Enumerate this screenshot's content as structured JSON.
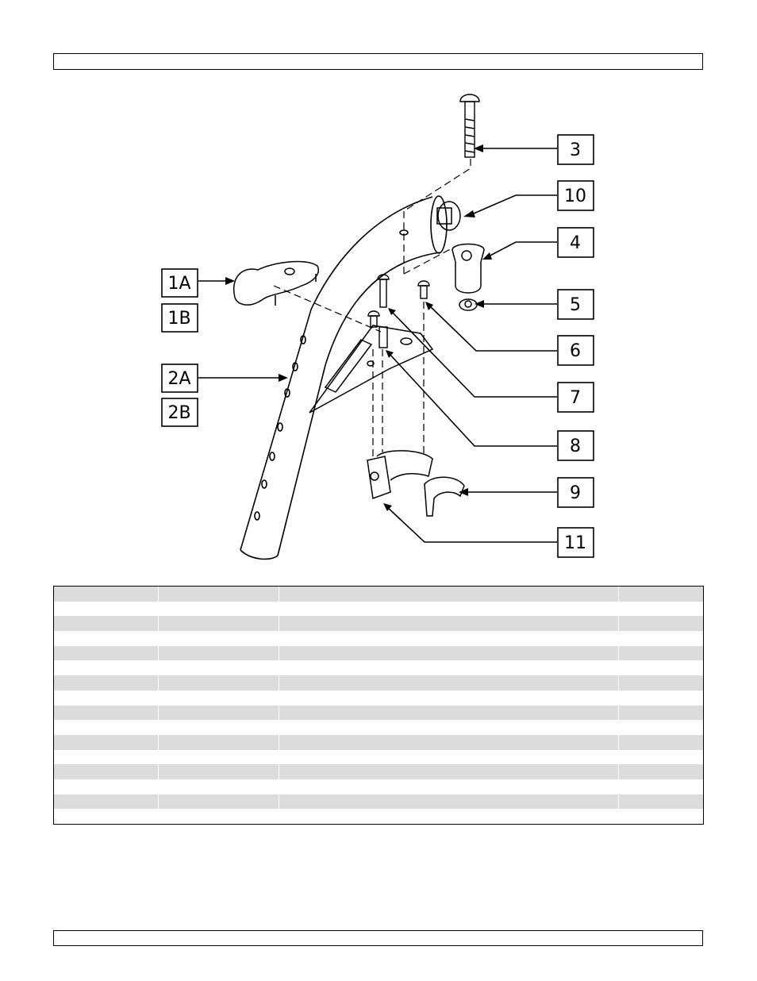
{
  "callouts": {
    "c1A": "1A",
    "c1B": "1B",
    "c2A": "2A",
    "c2B": "2B",
    "c3": "3",
    "c4": "4",
    "c5": "5",
    "c6": "6",
    "c7": "7",
    "c8": "8",
    "c9": "9",
    "c10": "10",
    "c11": "11"
  },
  "parts_table": {
    "row_count": 16,
    "shaded_rows": [
      0,
      2,
      4,
      6,
      8,
      10,
      12,
      14
    ],
    "column_count": 4
  }
}
